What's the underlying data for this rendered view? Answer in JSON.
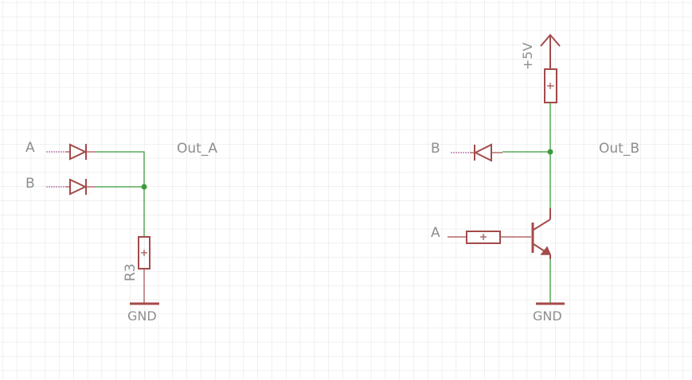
{
  "schematic": {
    "left": {
      "input_a": "A",
      "input_b": "B",
      "output": "Out_A",
      "resistor": "R3",
      "ground": "GND"
    },
    "right": {
      "input_b": "B",
      "input_a": "A",
      "output": "Out_B",
      "supply": "+5V",
      "ground": "GND"
    }
  },
  "colors": {
    "wire": "#3b9b3b",
    "part": "#a44a4a",
    "label": "#8e8e8e",
    "grid": "#e3e3e3"
  }
}
